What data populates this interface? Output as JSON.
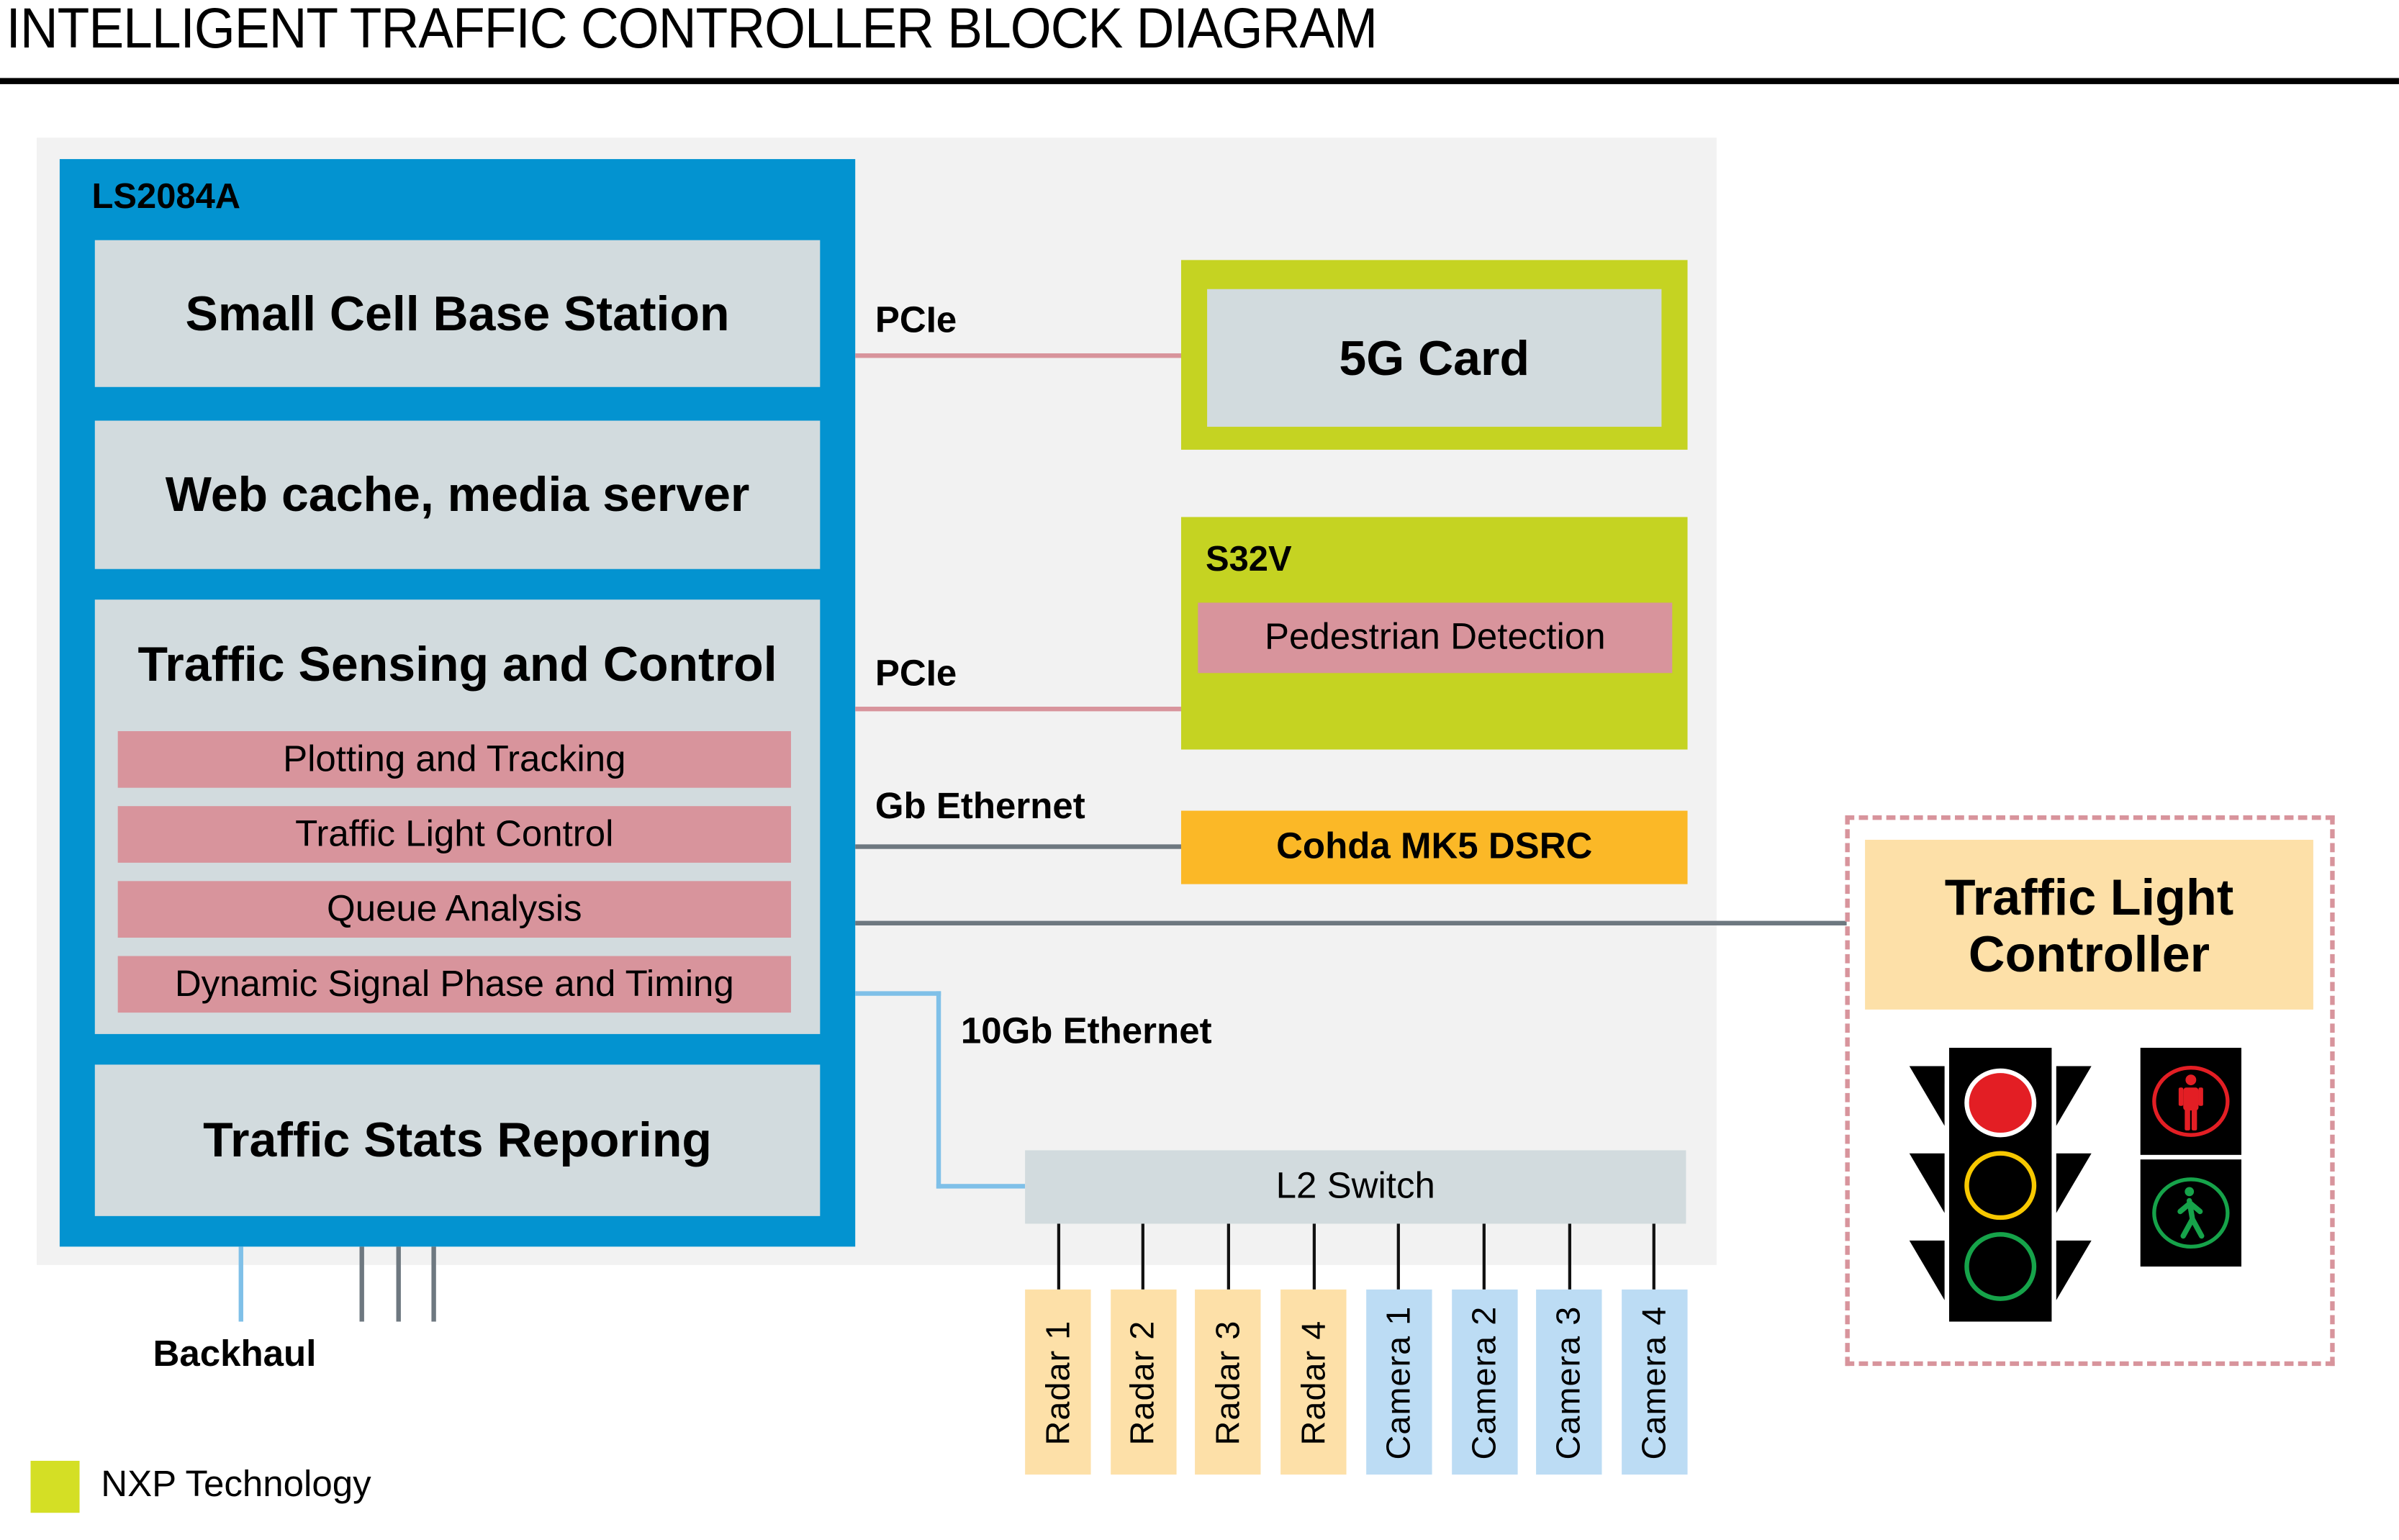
{
  "title": "INTELLIGENT TRAFFIC CONTROLLER BLOCK DIAGRAM",
  "colors": {
    "ls_blue": "#0393d0",
    "block_gray": "#d2dbde",
    "sub_pink": "#d8949c",
    "nxp_green": "#c5d322",
    "cohda_orange": "#fbb827",
    "radar_tan": "#fde0a8",
    "camera_blue": "#bcdcf4",
    "link_pink": "#d8949c",
    "link_gray": "#6e7880",
    "link_lightblue": "#7fc0e8"
  },
  "ls2084a": {
    "label": "LS2084A",
    "blocks": {
      "small_cell": "Small Cell Base Station",
      "web_cache": "Web cache, media server",
      "traffic_sensing": {
        "title": "Traffic Sensing and Control",
        "items": [
          "Plotting and Tracking",
          "Traffic Light Control",
          "Queue Analysis",
          "Dynamic Signal Phase and Timing"
        ]
      },
      "stats": "Traffic Stats Reporing"
    }
  },
  "connections": {
    "pcie_top": "PCIe",
    "pcie_bottom": "PCIe",
    "gb_ethernet": "Gb Ethernet",
    "tengb_ethernet": "10Gb Ethernet",
    "backhaul": "Backhaul"
  },
  "five_g": {
    "label": "5G Card"
  },
  "s32v": {
    "label": "S32V",
    "sub": "Pedestrian Detection"
  },
  "cohda": {
    "label": "Cohda MK5 DSRC"
  },
  "l2_switch": {
    "label": "L2 Switch",
    "ports": [
      "Radar 1",
      "Radar 2",
      "Radar 3",
      "Radar 4",
      "Camera 1",
      "Camera 2",
      "Camera 3",
      "Camera 4"
    ]
  },
  "traffic_light_controller": {
    "line1": "Traffic Light",
    "line2": "Controller"
  },
  "legend": {
    "label": "NXP Technology"
  }
}
